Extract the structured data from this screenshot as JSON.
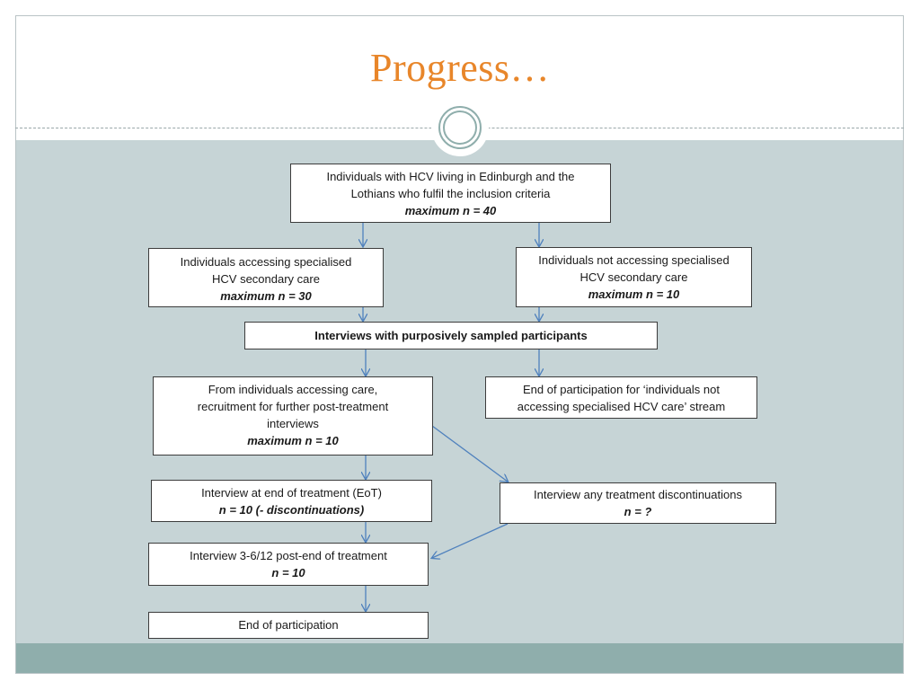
{
  "slide": {
    "title": "Progress…"
  },
  "colors": {
    "accent": "#e8862a",
    "panel": "#c6d4d6",
    "footer": "#8faeac",
    "arrow": "#4f81bd"
  },
  "flowchart": {
    "top": {
      "line1": "Individuals with HCV living in Edinburgh and the",
      "line2": "Lothians who fulfil the inclusion criteria",
      "n": "maximum n = 40"
    },
    "accessing": {
      "line1": "Individuals accessing specialised",
      "line2": "HCV secondary care",
      "n": "maximum n = 30"
    },
    "not_accessing": {
      "line1": "Individuals not accessing specialised",
      "line2": "HCV secondary care",
      "n": "maximum n = 10"
    },
    "interviews": {
      "label": "Interviews with purposively sampled participants"
    },
    "recruitment": {
      "line1": "From individuals accessing care,",
      "line2": "recruitment for further post-treatment",
      "line3": "interviews",
      "n": "maximum n = 10"
    },
    "end_not_accessing": {
      "line1": "End of participation for ‘individuals not",
      "line2": "accessing specialised HCV care’ stream"
    },
    "eot": {
      "line1": "Interview at end of treatment (EoT)",
      "n": "n = 10 (- discontinuations)"
    },
    "discontinuations": {
      "line1": "Interview any treatment discontinuations",
      "n": "n = ?"
    },
    "post_eot": {
      "line1": "Interview 3-6/12 post-end of treatment",
      "n": "n = 10"
    },
    "end": {
      "label": "End of participation"
    }
  }
}
